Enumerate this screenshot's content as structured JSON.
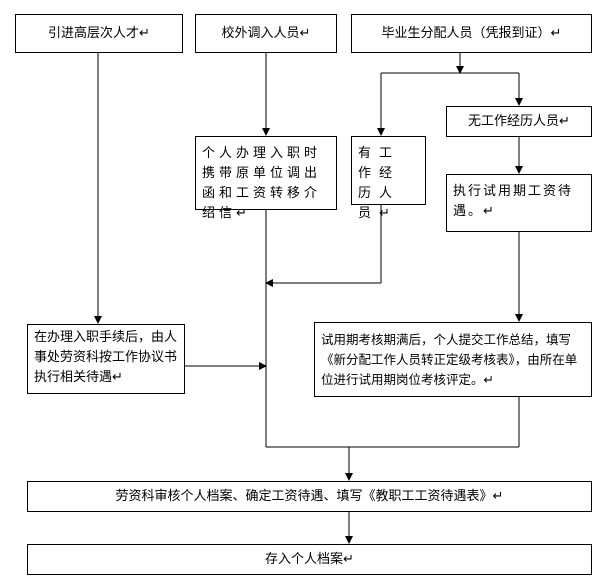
{
  "nodes": {
    "top_talent": "引进高层次人才↵",
    "transfer_in": "校外调入人员↵",
    "graduates": "毕业生分配人员（凭报到证）↵",
    "no_experience": "无工作经历人员↵",
    "transfer_procedure": "个人办理入职时携带原单位调出函和工资转移介绍信↵",
    "has_experience": "有工作经历人员↵",
    "probation_salary": "执行试用期工资待遇。↵",
    "talent_procedure": "在办理入职手续后，由人事处劳资科按工作协议书执行相关待遇↵",
    "probation_review": "试用期考核期满后，个人提交工作总结，填写《新分配工作人员转正定级考核表》，由所在单位进行试用期岗位考核评定。↵",
    "wage_review": "劳资科审核个人档案、确定工资待遇、填写《教职工工资待遇表》↵",
    "archive": "存入个人档案↵"
  }
}
